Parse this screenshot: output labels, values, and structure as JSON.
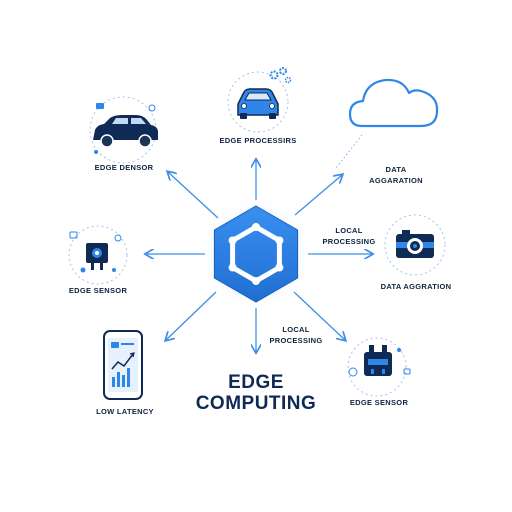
{
  "title": {
    "line1": "EDGE",
    "line2": "COMPUTING"
  },
  "nodes": {
    "edge_densor": "EDGE DENSOR",
    "edge_processirs": "EDGE PROCESSIRS",
    "data_aggaration": {
      "line1": "DATA",
      "line2": "AGGARATION"
    },
    "local_processing_right": {
      "line1": "LOCAL",
      "line2": "PROCESSING"
    },
    "data_aggration": "DATA AGGRATION",
    "edge_sensor_left": "EDGE SENSOR",
    "local_processing_bottom": {
      "line1": "LOCAL",
      "line2": "PROCESSING"
    },
    "low_latency": "LOW LATENCY",
    "edge_sensor_right": "EDGE SENSOR"
  },
  "colors": {
    "accent": "#2f86e8",
    "dark_navy": "#0f2a55",
    "hub": "#2d7fe0",
    "hub_glow": "#8cc3ff",
    "arrow": "#3d8ee6",
    "dotted": "#7fb4f0"
  }
}
